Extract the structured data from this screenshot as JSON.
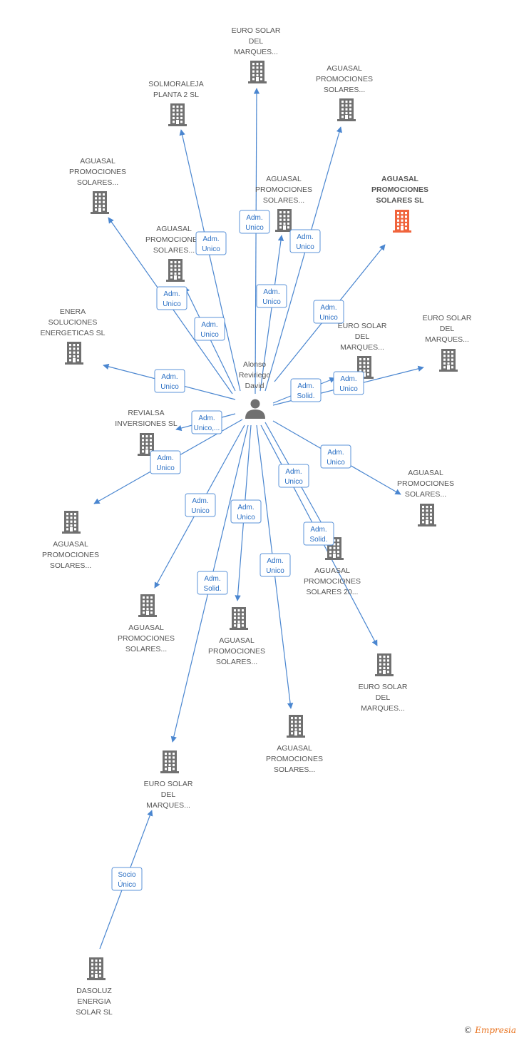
{
  "colors": {
    "edge": "#4a86d0",
    "building": "#707070",
    "highlight": "#f0643c",
    "badge_border": "#5b93d8",
    "badge_text": "#2a6fc4",
    "label": "#555555"
  },
  "nodes": [
    {
      "id": "person",
      "type": "person",
      "lines": [
        "Alonso",
        "Reviriego",
        "David"
      ]
    },
    {
      "id": "n1",
      "type": "company",
      "lines": [
        "EURO SOLAR",
        "DEL",
        "MARQUES..."
      ]
    },
    {
      "id": "n2",
      "type": "company",
      "lines": [
        "SOLMORALEJA",
        "PLANTA 2 SL"
      ]
    },
    {
      "id": "n3",
      "type": "company",
      "lines": [
        "AGUASAL",
        "PROMOCIONES",
        "SOLARES..."
      ]
    },
    {
      "id": "n4",
      "type": "company",
      "lines": [
        "AGUASAL",
        "PROMOCIONES",
        "SOLARES..."
      ]
    },
    {
      "id": "n5",
      "type": "company",
      "lines": [
        "AGUASAL",
        "PROMOCIONES",
        "SOLARES..."
      ]
    },
    {
      "id": "n6",
      "type": "company",
      "highlight": true,
      "lines": [
        "AGUASAL",
        "PROMOCIONES",
        "SOLARES SL"
      ]
    },
    {
      "id": "n7",
      "type": "company",
      "lines": [
        "AGUASAL",
        "PROMOCIONES",
        "SOLARES..."
      ]
    },
    {
      "id": "n8",
      "type": "company",
      "lines": [
        "ENERA",
        "SOLUCIONES",
        "ENERGETICAS SL"
      ]
    },
    {
      "id": "n9",
      "type": "company",
      "lines": [
        "EURO SOLAR",
        "DEL",
        "MARQUES..."
      ]
    },
    {
      "id": "n10",
      "type": "company",
      "lines": [
        "EURO SOLAR",
        "DEL",
        "MARQUES..."
      ]
    },
    {
      "id": "n11",
      "type": "company",
      "lines": [
        "REVIALSA",
        "INVERSIONES SL"
      ]
    },
    {
      "id": "n12",
      "type": "company",
      "lines": [
        "AGUASAL",
        "PROMOCIONES",
        "SOLARES..."
      ]
    },
    {
      "id": "n13",
      "type": "company",
      "lines": [
        "AGUASAL",
        "PROMOCIONES",
        "SOLARES..."
      ]
    },
    {
      "id": "n14",
      "type": "company",
      "lines": [
        "AGUASAL",
        "PROMOCIONES",
        "SOLARES 20..."
      ]
    },
    {
      "id": "n15",
      "type": "company",
      "lines": [
        "AGUASAL",
        "PROMOCIONES",
        "SOLARES..."
      ]
    },
    {
      "id": "n16",
      "type": "company",
      "lines": [
        "AGUASAL",
        "PROMOCIONES",
        "SOLARES..."
      ]
    },
    {
      "id": "n17",
      "type": "company",
      "lines": [
        "EURO SOLAR",
        "DEL",
        "MARQUES..."
      ]
    },
    {
      "id": "n18",
      "type": "company",
      "lines": [
        "AGUASAL",
        "PROMOCIONES",
        "SOLARES..."
      ]
    },
    {
      "id": "n19",
      "type": "company",
      "lines": [
        "EURO SOLAR",
        "DEL",
        "MARQUES..."
      ]
    },
    {
      "id": "n20",
      "type": "company",
      "lines": [
        "DASOLUZ",
        "ENERGIA",
        "SOLAR SL"
      ]
    }
  ],
  "edges": [
    {
      "from": "person",
      "to": "n1",
      "lines": [
        "Adm.",
        "Unico"
      ]
    },
    {
      "from": "person",
      "to": "n2",
      "lines": [
        "Adm.",
        "Unico"
      ]
    },
    {
      "from": "person",
      "to": "n3",
      "lines": [
        "Adm.",
        "Unico"
      ]
    },
    {
      "from": "person",
      "to": "n4",
      "lines": [
        "Adm.",
        "Unico"
      ]
    },
    {
      "from": "person",
      "to": "n5",
      "lines": [
        "Adm.",
        "Unico"
      ]
    },
    {
      "from": "person",
      "to": "n6",
      "lines": [
        "Adm.",
        "Unico"
      ]
    },
    {
      "from": "person",
      "to": "n7",
      "lines": [
        "Adm.",
        "Unico"
      ]
    },
    {
      "from": "person",
      "to": "n8",
      "lines": [
        "Adm.",
        "Unico"
      ]
    },
    {
      "from": "person",
      "to": "n9",
      "lines": [
        "Adm.",
        "Solid."
      ]
    },
    {
      "from": "person",
      "to": "n10",
      "lines": [
        "Adm.",
        "Unico"
      ]
    },
    {
      "from": "person",
      "to": "n11",
      "lines": [
        "Adm.",
        "Unico,..."
      ]
    },
    {
      "from": "person",
      "to": "n12",
      "lines": [
        "Adm.",
        "Unico"
      ]
    },
    {
      "from": "person",
      "to": "n13",
      "lines": [
        "Adm.",
        "Unico"
      ]
    },
    {
      "from": "person",
      "to": "n14",
      "lines": [
        "Adm.",
        "Solid."
      ]
    },
    {
      "from": "person",
      "to": "n15",
      "lines": [
        "Adm.",
        "Unico"
      ]
    },
    {
      "from": "person",
      "to": "n16",
      "lines": [
        "Adm.",
        "Unico"
      ]
    },
    {
      "from": "person",
      "to": "n17",
      "lines": [
        "Adm.",
        "Unico"
      ]
    },
    {
      "from": "person",
      "to": "n18",
      "lines": [
        "Adm.",
        "Unico"
      ]
    },
    {
      "from": "person",
      "to": "n19",
      "lines": [
        "Adm.",
        "Solid."
      ]
    },
    {
      "from": "n20",
      "to": "n19",
      "lines": [
        "Socio",
        "Único"
      ]
    }
  ],
  "footer": {
    "copyright": "©",
    "brand": "Empresia"
  }
}
